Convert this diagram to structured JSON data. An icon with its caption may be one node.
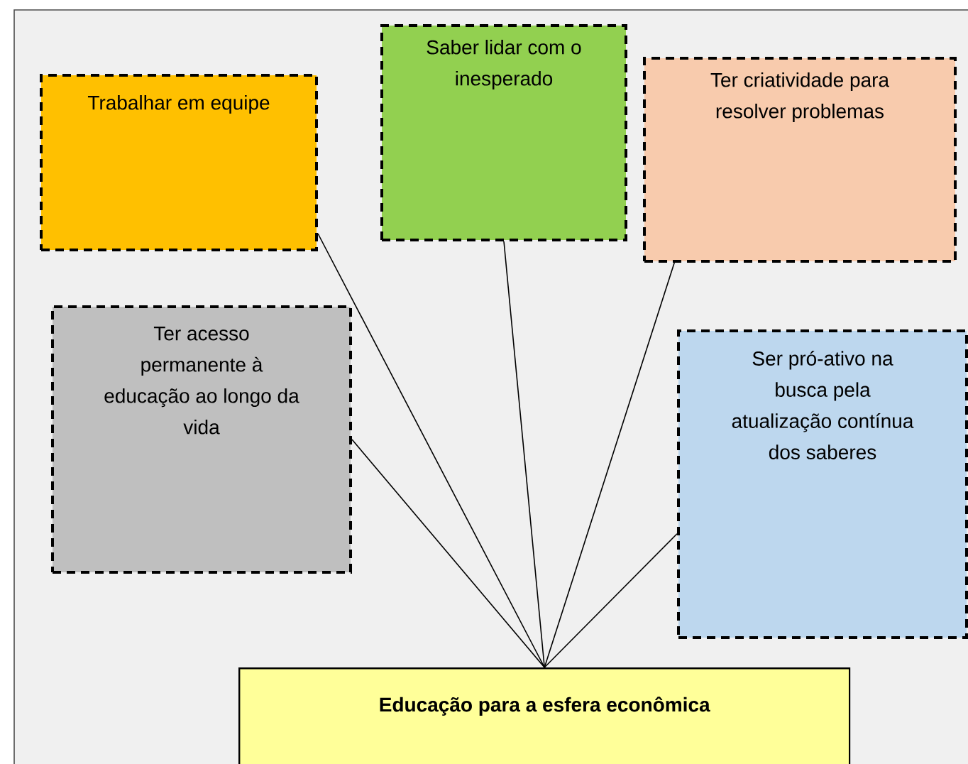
{
  "diagram": {
    "nodes": [
      {
        "text": [
          "Trabalhar em equipe"
        ]
      },
      {
        "text": [
          "Saber lidar com o inesperado"
        ]
      },
      {
        "text": [
          "Ter criatividade para resolver problemas"
        ]
      },
      {
        "text": [
          "Ter acesso permanente à educação ao longo da vida"
        ]
      },
      {
        "text": [
          "Ser pró-ativo na busca pela atualização contínua dos saberes"
        ]
      },
      {
        "text": [
          "Educação para a esfera econômica"
        ]
      }
    ],
    "edges": [
      {
        "from": 0,
        "to": 5,
        "arrow": "none"
      },
      {
        "from": 1,
        "to": 5,
        "arrow": "none"
      },
      {
        "from": 2,
        "to": 5,
        "arrow": "none"
      },
      {
        "from": 3,
        "to": 5,
        "arrow": "none"
      },
      {
        "from": 4,
        "to": 5,
        "arrow": "none"
      }
    ]
  }
}
